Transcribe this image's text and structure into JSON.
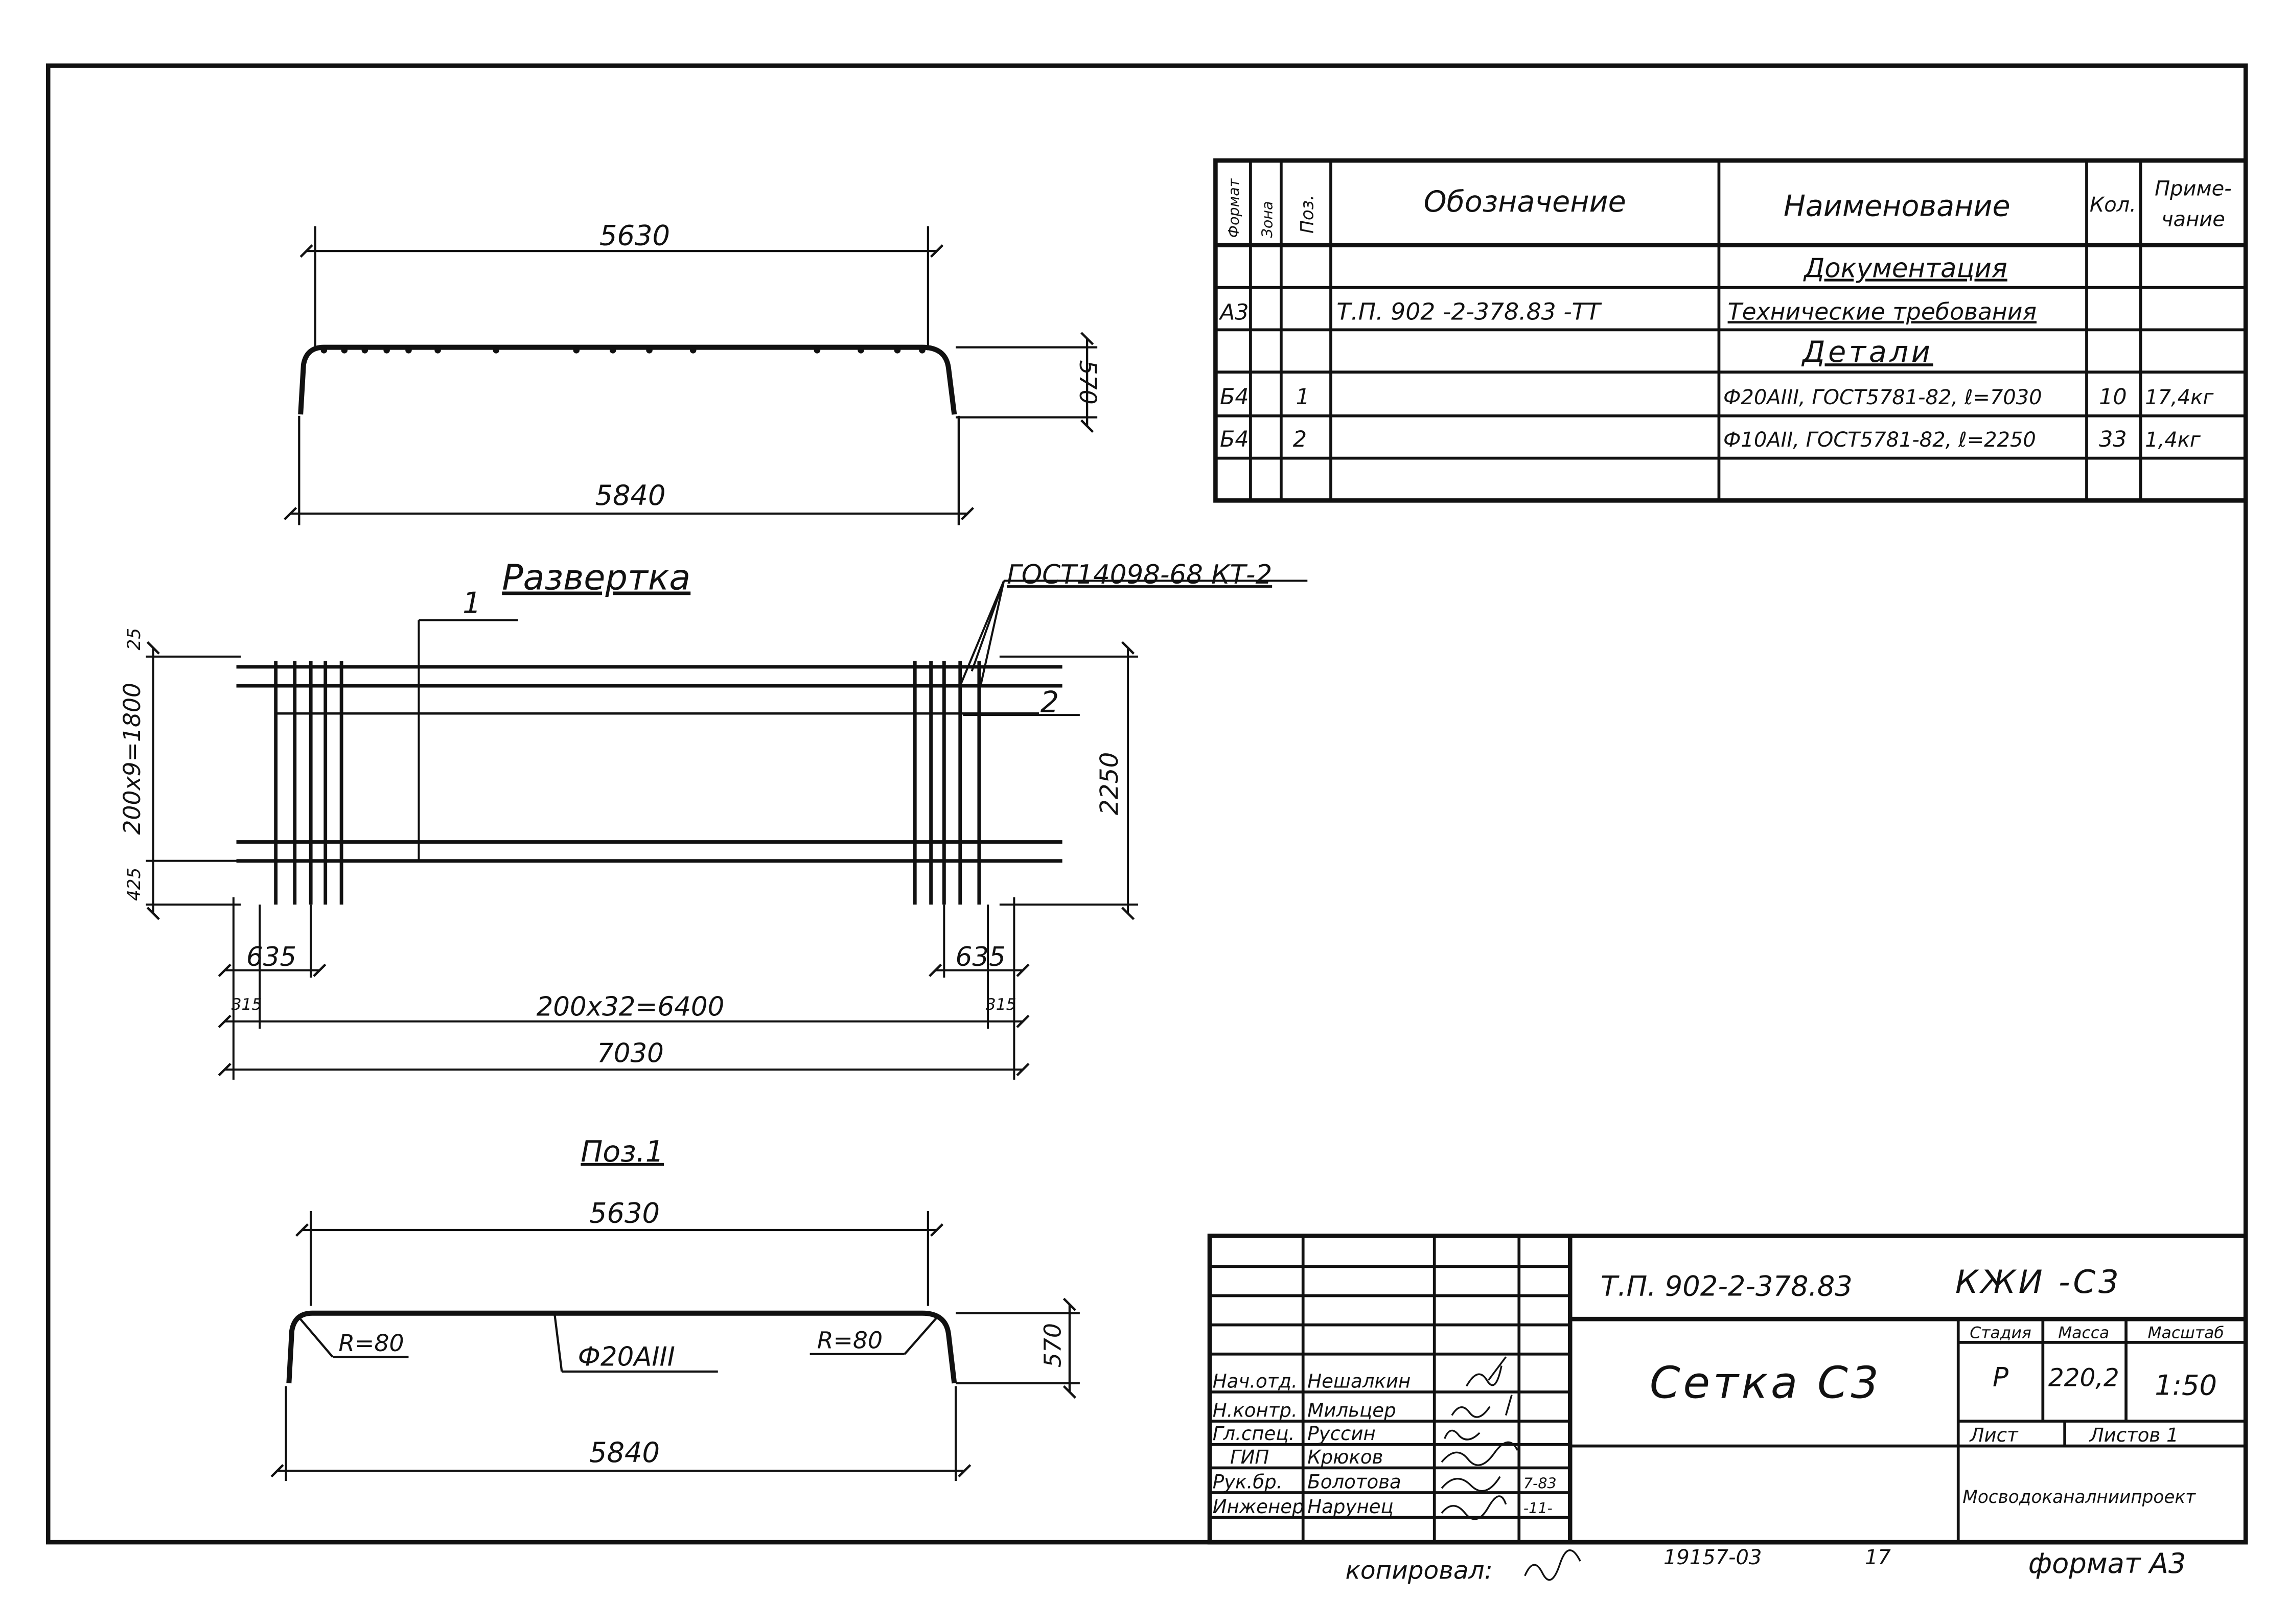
{
  "spec_table": {
    "headers": {
      "format": "Формат",
      "zone": "Зона",
      "pos": "Поз.",
      "designation": "Обозначение",
      "name": "Наименование",
      "qty": "Кол.",
      "note_1": "Приме-",
      "note_2": "чание"
    },
    "rows": [
      {
        "format": "",
        "pos": "",
        "designation": "",
        "name": "Документация",
        "qty": "",
        "note": ""
      },
      {
        "format": "А3",
        "pos": "",
        "designation": "Т.П. 902 -2-378.83 -ТТ",
        "name": "Технические требования",
        "qty": "",
        "note": ""
      },
      {
        "format": "",
        "pos": "",
        "designation": "",
        "name": "Детали",
        "qty": "",
        "note": ""
      },
      {
        "format": "Б4",
        "pos": "1",
        "designation": "",
        "name": "Ф20АIII, ГОСТ5781-82, ℓ=7030",
        "qty": "10",
        "note": "17,4кг"
      },
      {
        "format": "Б4",
        "pos": "2",
        "designation": "",
        "name": "Ф10АII, ГОСТ5781-82, ℓ=2250",
        "qty": "33",
        "note": "1,4кг"
      },
      {
        "format": "",
        "pos": "",
        "designation": "",
        "name": "",
        "qty": "",
        "note": ""
      }
    ]
  },
  "top_view": {
    "dim_top": "5630",
    "dim_bottom": "5840",
    "dim_height": "570"
  },
  "unfold_view": {
    "title": "Развертка",
    "weld_note": "ГОСТ14098-68 КТ-2",
    "leader_1": "1",
    "leader_2": "2",
    "dim_left_top": "25",
    "dim_left_mid": "200х9=1800",
    "dim_left_bottom": "425",
    "dim_right": "2250",
    "dim_edge_left": "635",
    "dim_edge_right": "635",
    "dim_small_left": "315",
    "dim_small_right": "315",
    "dim_pitch": "200х32=6400",
    "dim_total": "7030"
  },
  "pos1_view": {
    "title": "Поз.1",
    "dim_top": "5630",
    "dim_bottom": "5840",
    "dim_height": "570",
    "radius_left": "R=80",
    "radius_right": "R=80",
    "bar_label": "Ф20АIII"
  },
  "title_block": {
    "project_code": "Т.П. 902-2-378.83",
    "sheet_code": "КЖИ -С3",
    "drawing_title": "Сетка С3",
    "stage_label": "Стадия",
    "mass_label": "Масса",
    "scale_label": "Масштаб",
    "stage": "Р",
    "mass": "220,2",
    "scale": "1:50",
    "sheet_label": "Лист",
    "sheets_label": "Листов 1",
    "organization": "Мосводоканалниипроект",
    "staff": [
      {
        "role": "Нач.отд.",
        "name": "Нешалкин",
        "date": ""
      },
      {
        "role": "Н.контр.",
        "name": "Мильцер",
        "date": ""
      },
      {
        "role": "Гл.спец.",
        "name": "Руссин",
        "date": ""
      },
      {
        "role": "ГИП",
        "name": "Крюков",
        "date": ""
      },
      {
        "role": "Рук.бр.",
        "name": "Болотова",
        "date": "7-83"
      },
      {
        "role": "Инженер",
        "name": "Нарунец",
        "date": "-11-"
      }
    ]
  },
  "footer": {
    "copied": "копировал:",
    "archive": "19157-03",
    "sheet_no": "17",
    "format": "формат А3"
  }
}
